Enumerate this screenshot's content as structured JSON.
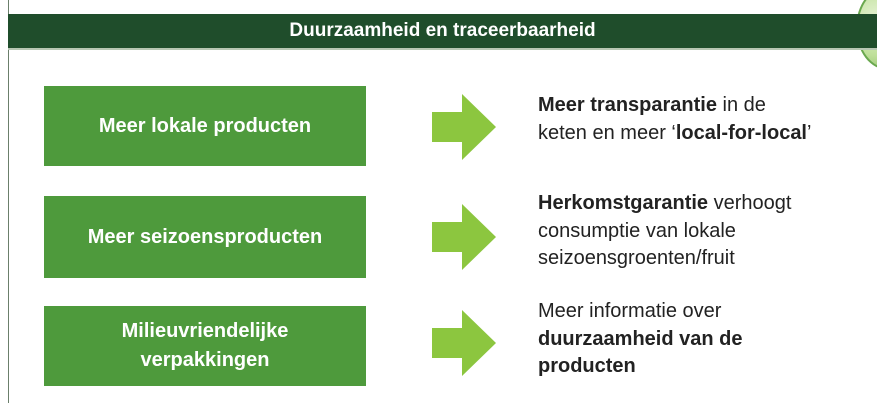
{
  "header": {
    "title": "Duurzaamheid en traceerbaarheid"
  },
  "colors": {
    "header_bg": "#1f4d2b",
    "box_bg": "#4e9a3c",
    "arrow": "#8cc63f"
  },
  "rows": [
    {
      "box_label": "Meer lokale producten",
      "desc_line1_bold": "Meer transparantie",
      "desc_line1_rest": " in de",
      "desc_line2_pre": "keten en meer ‘",
      "desc_line2_bold": "local-for-local",
      "desc_line2_post": "’"
    },
    {
      "box_label": "Meer seizoensproducten",
      "desc_line1_bold": "Herkomstgarantie",
      "desc_line1_rest": " verhoogt",
      "desc_line2": "consumptie van lokale",
      "desc_line3": "seizoensgroenten/fruit"
    },
    {
      "box_label_line1": "Milieuvriendelijke",
      "box_label_line2": "verpakkingen",
      "desc_line1": "Meer informatie over",
      "desc_line2_bold": "duurzaamheid van de",
      "desc_line3_bold": "producten"
    }
  ]
}
